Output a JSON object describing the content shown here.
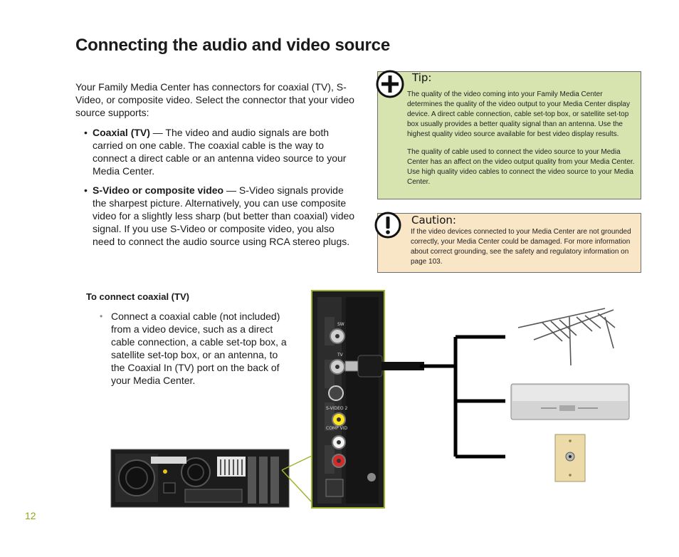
{
  "page": {
    "title": "Connecting the audio and video source",
    "intro": "Your Family Media Center has connectors for coaxial (TV), S-Video, or composite video. Select the connector that your video source supports:",
    "bullets": [
      {
        "term": "Coaxial (TV)",
        "text": " — The video and audio signals are both carried on one cable. The coaxial cable is the way to connect a direct cable or an antenna video source to your Media Center."
      },
      {
        "term": "S-Video or composite video",
        "text": " — S-Video signals provide the sharpest picture. Alternatively, you can use composite video for a slightly less sharp (but better than coaxial) video signal. If you use S-Video or composite video, you also need to connect the audio source using RCA stereo plugs."
      }
    ],
    "bullet_glyph": "•",
    "subheading": "To connect coaxial (TV)",
    "step_glyph": "•",
    "step": "Connect a coaxial cable (not included) from a video device, such as a direct cable connection, a cable set-top box, a satellite set-top box, or an antenna, to the Coaxial In (TV) port on the back of your Media Center.",
    "page_number": "12"
  },
  "tip": {
    "title": "Tip:",
    "paragraphs": [
      "The quality of the video coming into your Family Media Center determines the quality of the video output to your Media Center display device. A direct cable connection, cable set-top box, or satellite set-top box usually provides a better quality signal than an antenna. Use the highest quality video source available for best video display results.",
      "The quality of cable used to connect the video source to your Media Center has an affect on the video output quality from your Media Center. Use high quality video cables to connect the video source to your Media Center."
    ],
    "color": "#d8e4b0"
  },
  "caution": {
    "title": "Caution:",
    "text": "If the video devices connected to your Media Center are not grounded correctly, your Media Center could be damaged. For more information about correct grounding, see the safety and regulatory information on page 103.",
    "color": "#f9e6c6"
  },
  "illustration": {
    "panel_labels": [
      "SW",
      "TV",
      "S-VIDEO 2",
      "COMP VID"
    ]
  },
  "colors": {
    "accent_green": "#8fa81a",
    "panel_border": "#9bb52a"
  }
}
